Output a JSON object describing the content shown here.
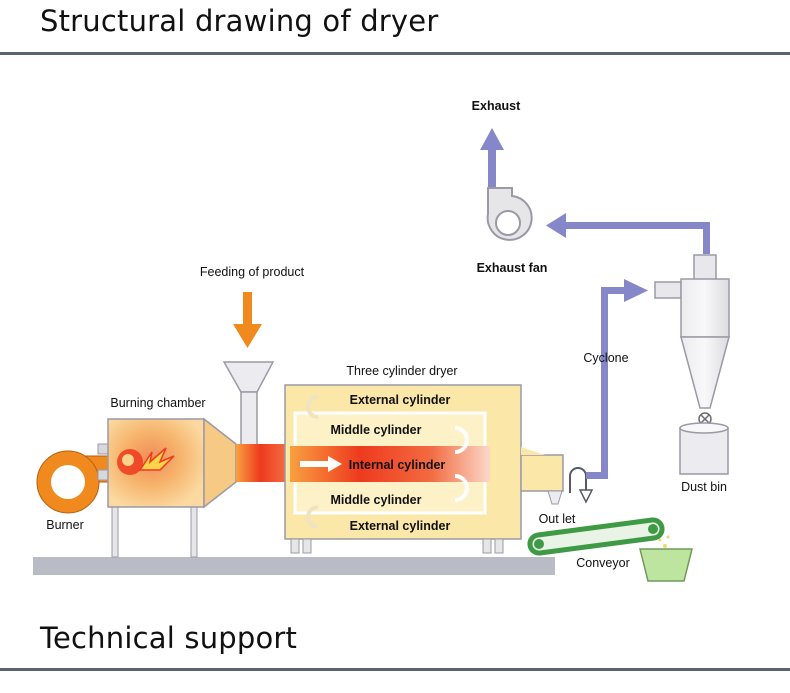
{
  "header": {
    "title": "Structural drawing of dryer"
  },
  "footer": {
    "title": "Technical support"
  },
  "diagram": {
    "labels": {
      "exhaust": "Exhaust",
      "exhaust_fan": "Exhaust fan",
      "feeding": "Feeding of product",
      "three_cylinder_dryer": "Three cylinder dryer",
      "burning_chamber": "Burning chamber",
      "external_cylinder_top": "External cylinder",
      "middle_cylinder_top": "Middle cylinder",
      "internal_cylinder": "Internal cylinder",
      "middle_cylinder_bottom": "Middle cylinder",
      "external_cylinder_bottom": "External cylinder",
      "cyclone": "Cyclone",
      "dust_bin": "Dust bin",
      "burner": "Burner",
      "outlet": "Out let",
      "conveyor": "Conveyor"
    },
    "colors": {
      "airflow_arrow": "#8587c9",
      "feed_arrow": "#f08a1e",
      "burner": "#f08a1e",
      "drum_fill": "#fbe7a8",
      "equipment_gray": "#e6e6e8",
      "floor": "#b9bcc4",
      "conveyor_belt": "#3f9a46",
      "product_bin": "#bde59f"
    }
  }
}
